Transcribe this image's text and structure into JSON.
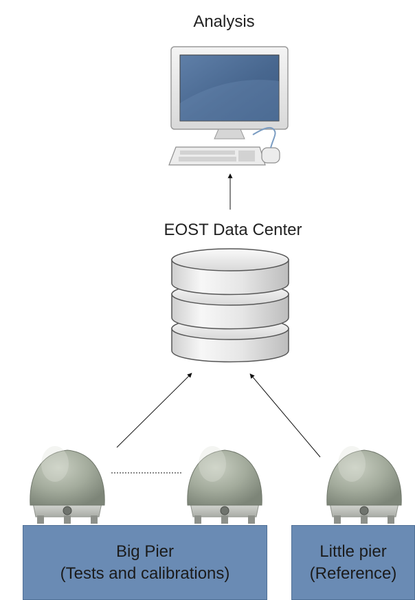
{
  "labels": {
    "analysis": "Analysis",
    "data_center": "EOST Data Center"
  },
  "piers": [
    {
      "line1": "Big Pier",
      "line2": "(Tests and calibrations)"
    },
    {
      "line1": "Little pier",
      "line2": "(Reference)"
    }
  ],
  "icons": {
    "computer": "computer-icon",
    "database": "database-icon",
    "instrument": "gravimeter-dome-icon"
  },
  "colors": {
    "pier_fill": "#6a8bb4",
    "screen": "#4f6f97",
    "dome": "#a7ae9f"
  }
}
